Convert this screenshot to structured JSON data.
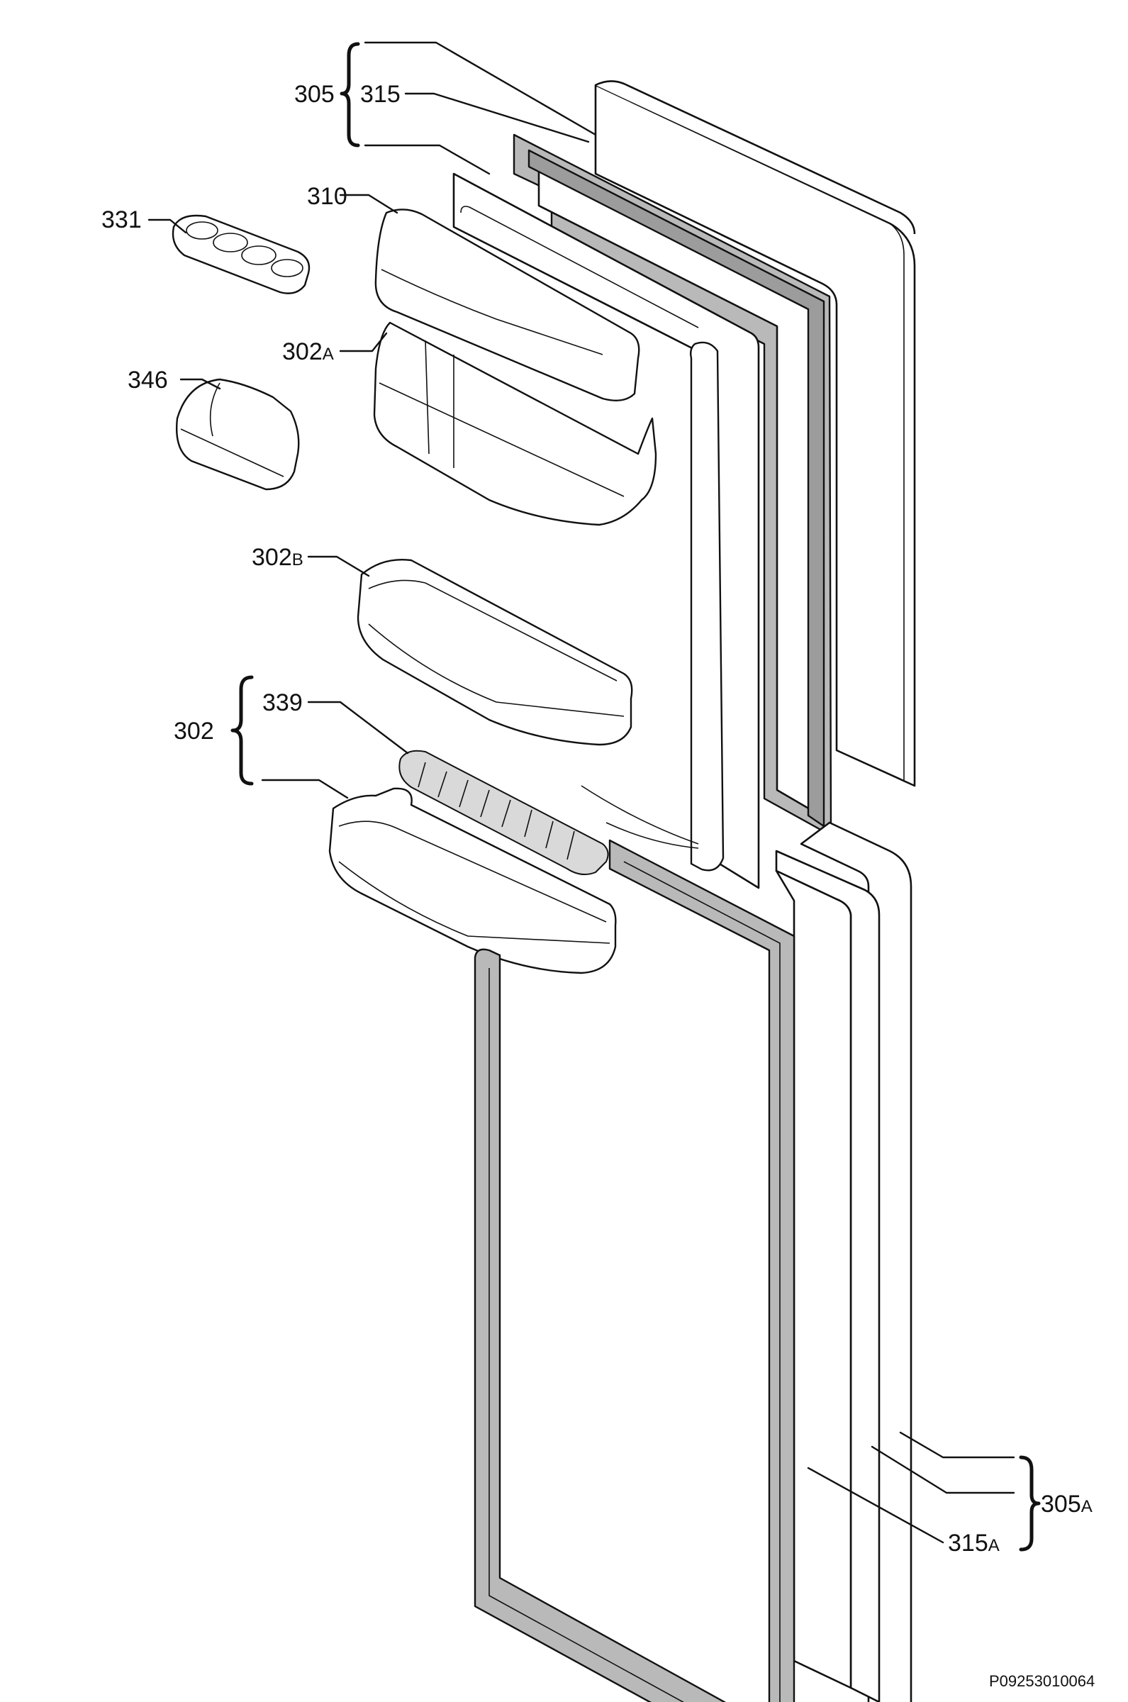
{
  "labels": {
    "l305": "305",
    "l315": "315",
    "l310": "310",
    "l331": "331",
    "l302a_num": "302",
    "l302a_sfx": "A",
    "l346": "346",
    "l302b_num": "302",
    "l302b_sfx": "B",
    "l339": "339",
    "l302": "302",
    "l305a_num": "305",
    "l305a_sfx": "A",
    "l315a_num": "315",
    "l315a_sfx": "A"
  },
  "drawing_code": "P09253010064"
}
